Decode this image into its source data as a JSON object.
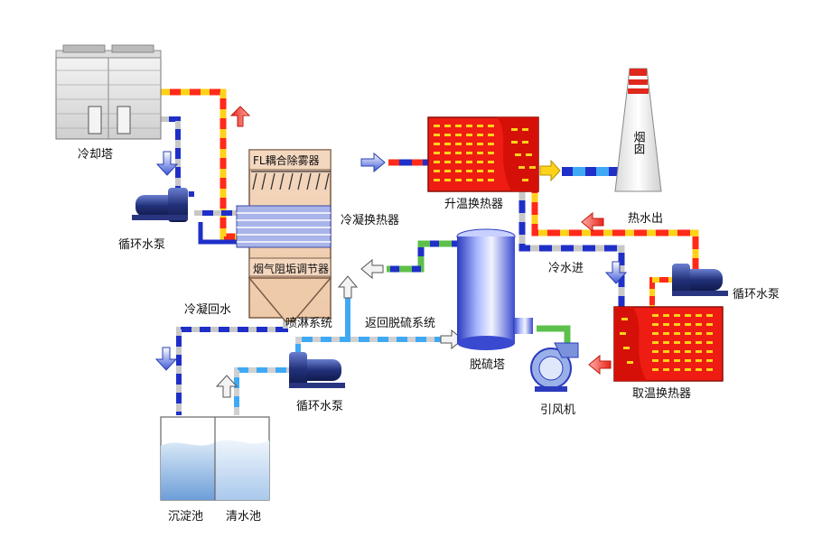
{
  "colors": {
    "hot_pipe": "#ff2a1a",
    "hot_dash": "#ffd21a",
    "cold_pipe": "#1f2fc8",
    "cold_dash": "#c8c8c8",
    "light_pipe": "#3fa9f5",
    "green_pipe": "#5cc04a",
    "heater_red": "#ee1c12",
    "tower_blue": "#5a6ee0"
  },
  "labels": {
    "cooling_tower": "冷却塔",
    "pump_left": "循环水泵",
    "fl_demister": "FL耦合除雾器",
    "condenser": "冷凝换热器",
    "flue_regulator": "烟气阻垢调节器",
    "spray_system": "喷淋系统",
    "return_desulf": "返回脱硫系统",
    "condensate_return": "冷凝回水",
    "desulf_tower": "脱硫塔",
    "pump_middle": "循环水泵",
    "settling_pool": "沉淀池",
    "clear_pool": "清水池",
    "heating_exchanger": "升温换热器",
    "chimney": "烟囱",
    "hot_water_out": "热水出",
    "cold_water_in": "冷水进",
    "pump_right": "循环水泵",
    "fan": "引风机",
    "heat_extractor": "取温换热器"
  },
  "icons": {
    "arrow_up": "arrow-up-icon",
    "arrow_down": "arrow-down-icon",
    "arrow_right": "arrow-right-icon",
    "arrow_left": "arrow-left-icon",
    "pump": "pump-icon",
    "fan": "fan-icon"
  }
}
